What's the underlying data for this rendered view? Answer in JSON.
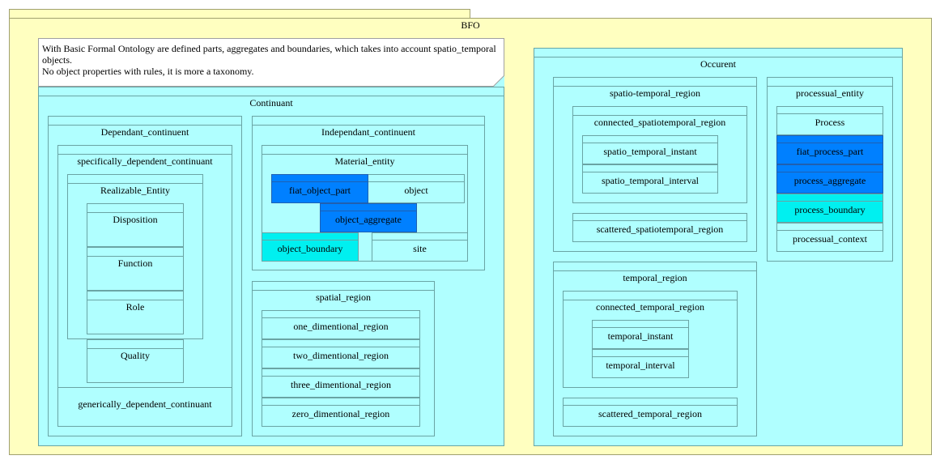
{
  "package": {
    "title": "BFO"
  },
  "note": {
    "line1": "With Basic Formal Ontology are defined parts, aggregates and boundaries, which takes into account spatio_temporal",
    "line2": "objects.",
    "line3": "No object properties with rules, it is more a taxonomy."
  },
  "continuant": {
    "title": "Continuant",
    "dependant": {
      "title": "Dependant_continuent",
      "specifically": {
        "title": "specifically_dependent_continuant",
        "realizable": {
          "title": "Realizable_Entity",
          "disposition": "Disposition",
          "function": "Function",
          "role": "Role"
        },
        "quality": "Quality"
      },
      "generically": "generically_dependent_continuant"
    },
    "independant": {
      "title": "Independant_continuent",
      "material": {
        "title": "Material_entity",
        "fiat_object_part": "fiat_object_part",
        "object": "object",
        "object_aggregate": "object_aggregate",
        "object_boundary": "object_boundary",
        "site": "site"
      }
    },
    "spatial": {
      "title": "spatial_region",
      "one": "one_dimentional_region",
      "two": "two_dimentional_region",
      "three": "three_dimentional_region",
      "zero": "zero_dimentional_region"
    }
  },
  "occurent": {
    "title": "Occurent",
    "spatio_temporal": {
      "title": "spatio-temporal_region",
      "connected": {
        "title": "connected_spatiotemporal_region",
        "instant": "spatio_temporal_instant",
        "interval": "spatio_temporal_interval"
      },
      "scattered": "scattered_spatiotemporal_region"
    },
    "processual": {
      "title": "processual_entity",
      "process": "Process",
      "fiat_process_part": "fiat_process_part",
      "process_aggregate": "process_aggregate",
      "process_boundary": "process_boundary",
      "processual_context": "processual_context"
    },
    "temporal": {
      "title": "temporal_region",
      "connected": {
        "title": "connected_temporal_region",
        "instant": "temporal_instant",
        "interval": "temporal_interval"
      },
      "scattered": "scattered_temporal_region"
    }
  },
  "colors": {
    "package_fill": "#ffffc0",
    "class_fill": "#b0ffff",
    "highlight_dark": "#0080ff",
    "highlight_cyan": "#00f0f0"
  }
}
